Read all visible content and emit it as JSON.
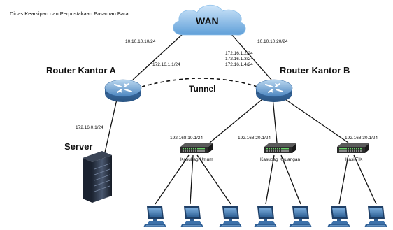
{
  "title": "Dinas Kearsipan dan Perpustakaan Pasaman Barat",
  "wan": {
    "label": "WAN"
  },
  "router_a": {
    "label": "Router Kantor A",
    "ip_wan": "10.10.10.10/24",
    "ip_tunnel": "172.16.1.1/24"
  },
  "router_b": {
    "label": "Router Kantor B",
    "ip_wan": "10.10.10.20/24",
    "ip_tunnel": [
      "172.16.1.2/24",
      "172.16.1.3/24",
      "172.16.1.4/24"
    ]
  },
  "tunnel": {
    "label": "Tunnel"
  },
  "server": {
    "label": "Server",
    "ip": "172.16.0.1/24"
  },
  "switches": [
    {
      "label": "Kasubag Umum",
      "ip": "192.168.10.1/24",
      "pcs": 3
    },
    {
      "label": "Kasubag Keuangan",
      "ip": "192.168.20.1/24",
      "pcs": 2
    },
    {
      "label": "Kasi TIK",
      "ip": "192.168.30.1/24",
      "pcs": 2
    }
  ],
  "colors": {
    "router": "#5e95c9",
    "cloud": "#7fb6e6",
    "pc": "#2f5f94",
    "switch": "#2c2c2c"
  }
}
